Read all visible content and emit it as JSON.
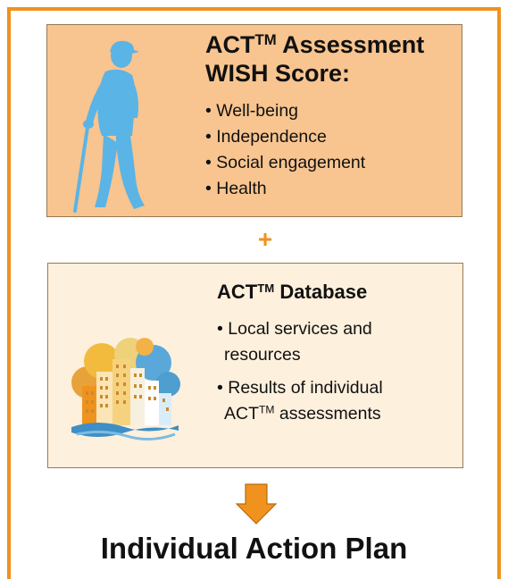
{
  "assessment": {
    "title_line1": "ACT",
    "title_tm": "TM",
    "title_line1_rest": " Assessment",
    "title_line2": "WISH Score:",
    "items": [
      "Well-being",
      "Independence",
      "Social engagement",
      "Health"
    ],
    "bullet": "•"
  },
  "connector": {
    "plus": "+"
  },
  "database": {
    "title": "ACT",
    "title_tm": "TM",
    "title_rest": " Database",
    "item1_line1": "Local services and",
    "item1_line2": "resources",
    "item2_line1": "Results of individual",
    "item2_act": "ACT",
    "item2_tm": "TM",
    "item2_rest": " assessments",
    "bullet": "•"
  },
  "result": {
    "label": "Individual Action Plan"
  },
  "colors": {
    "frame": "#f0921e",
    "box1": "#f8c48f",
    "box2": "#fdf0dc",
    "figure": "#5ab4e6",
    "arrow": "#f0921e"
  }
}
